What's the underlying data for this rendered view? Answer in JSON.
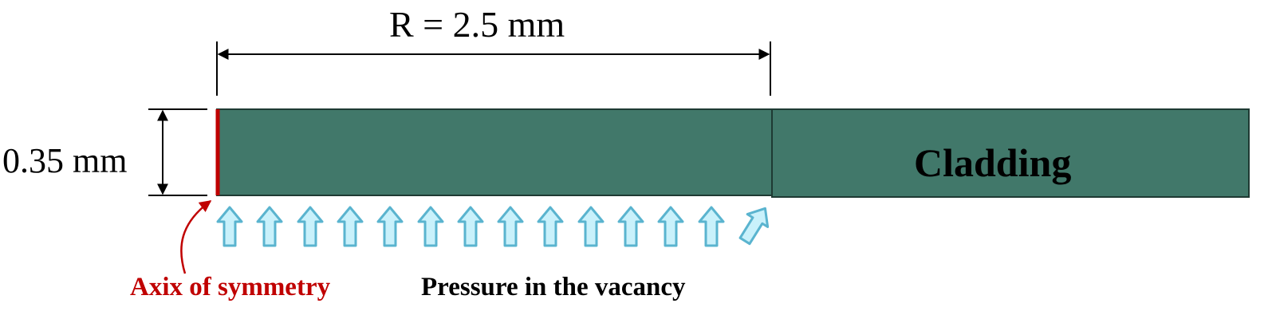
{
  "diagram": {
    "dimensions": {
      "radius_label": "R = 2.5 mm",
      "thickness_label": "0.35 mm"
    },
    "regions": {
      "cladding_label": "Cladding"
    },
    "annotations": {
      "axis_label": "Axix of symmetry",
      "pressure_label": "Pressure in the vacancy"
    },
    "pressure_arrows": {
      "count": 14,
      "vertical_count": 13,
      "angled_count": 1
    },
    "colors": {
      "cladding_fill": "#41786a",
      "cladding_outline": "#1e3a33",
      "axis_line": "#c00000",
      "arrow_fill": "#c9f1fb",
      "arrow_stroke": "#5ab4cf",
      "dimension_line": "#000000"
    }
  }
}
